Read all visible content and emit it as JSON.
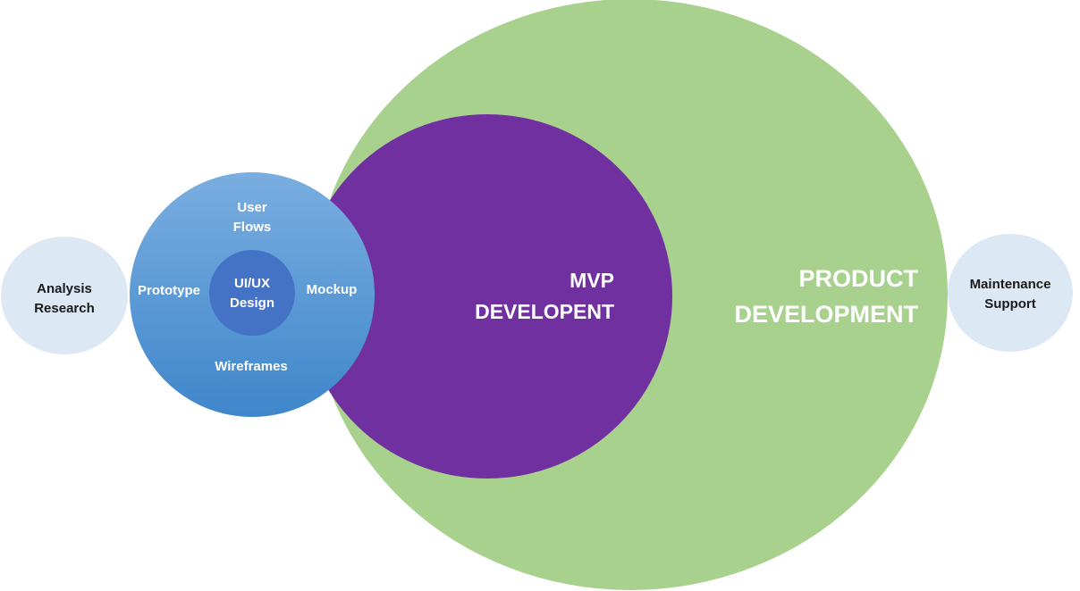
{
  "diagram": {
    "analysis": {
      "line1": "Analysis",
      "line2": "Research"
    },
    "design": {
      "center_line1": "UI/UX",
      "center_line2": "Design",
      "top_line1": "User",
      "top_line2": "Flows",
      "left": "Prototype",
      "right": "Mockup",
      "bottom": "Wireframes"
    },
    "mvp": {
      "line1": "MVP",
      "line2": "DEVELOPENT"
    },
    "product": {
      "line1": "PRODUCT",
      "line2": "DEVELOPMENT"
    },
    "maintenance": {
      "line1": "Maintenance",
      "line2": "Support"
    }
  },
  "colors": {
    "analysis_fill": "#dde8f5",
    "design_outer_fill": "#5b9bd5",
    "design_inner_fill": "#4472c4",
    "mvp_fill": "#7030a0",
    "product_fill": "#a9d18e",
    "maintenance_fill": "#dde8f5"
  }
}
